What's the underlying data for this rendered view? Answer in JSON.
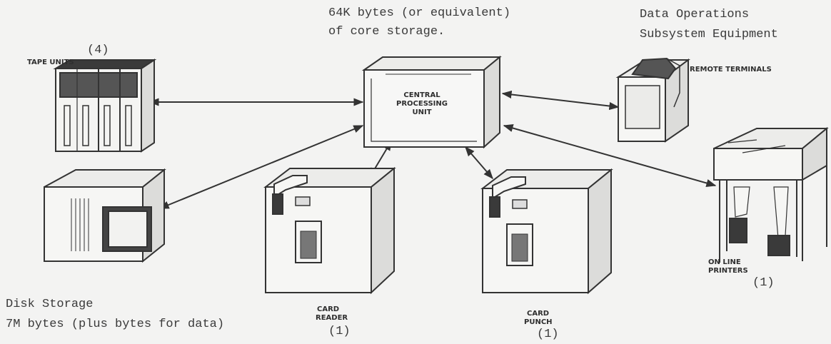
{
  "cpu": {
    "label_line1": "CENTRAL",
    "label_line2": "PROCESSING",
    "label_line3": "UNIT",
    "storage_line1": "64K bytes (or equivalent)",
    "storage_line2": "of core storage."
  },
  "tape": {
    "label": "TAPE UNITS",
    "count": "(4)"
  },
  "disk": {
    "line1": "Disk Storage",
    "line2": "7M bytes (plus bytes for data)"
  },
  "card_reader": {
    "line1": "CARD",
    "line2": "READER",
    "count": "(1)"
  },
  "card_punch": {
    "line1": "CARD",
    "line2": "PUNCH",
    "count": "(1)"
  },
  "printers": {
    "line1": "ON LINE",
    "line2": "PRINTERS",
    "count": "(1)"
  },
  "terminals": {
    "label": "REMOTE TERMINALS"
  },
  "data_ops": {
    "line1": "Data Operations",
    "line2": "Subsystem Equipment"
  }
}
